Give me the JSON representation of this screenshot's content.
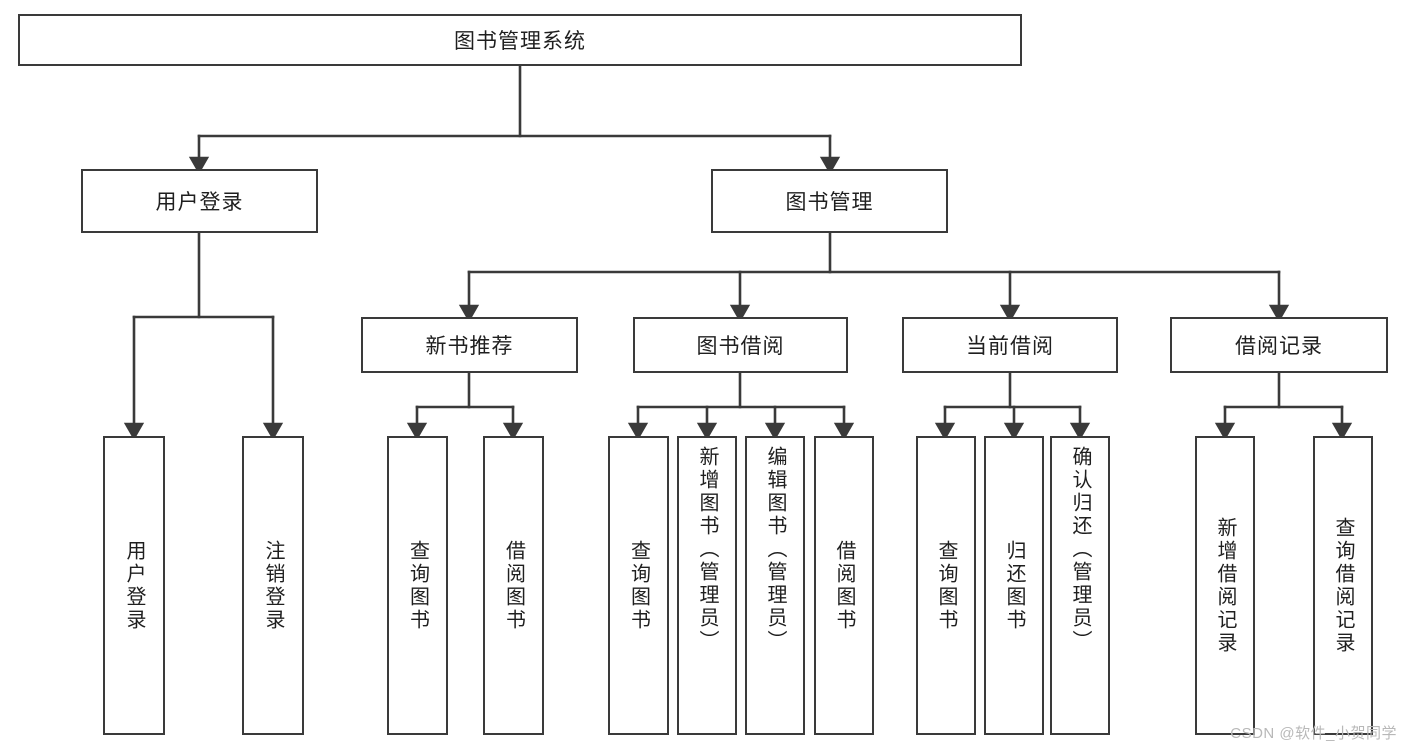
{
  "diagram": {
    "type": "tree-hierarchy",
    "root": {
      "id": "root",
      "label": "图书管理系统"
    },
    "level1": [
      {
        "id": "user-login",
        "label": "用户登录"
      },
      {
        "id": "book-management",
        "label": "图书管理"
      }
    ],
    "level2": [
      {
        "id": "new-book-recommend",
        "label": "新书推荐",
        "parent": "book-management"
      },
      {
        "id": "book-borrow",
        "label": "图书借阅",
        "parent": "book-management"
      },
      {
        "id": "current-borrow",
        "label": "当前借阅",
        "parent": "book-management"
      },
      {
        "id": "borrow-record",
        "label": "借阅记录",
        "parent": "book-management"
      }
    ],
    "leaves": {
      "user_login": [
        {
          "id": "leaf-user-login",
          "label": "用户登录"
        },
        {
          "id": "leaf-logout",
          "label": "注销登录"
        }
      ],
      "new_book_recommend": [
        {
          "id": "leaf-query-book-1",
          "label": "查询图书"
        },
        {
          "id": "leaf-borrow-book-1",
          "label": "借阅图书"
        }
      ],
      "book_borrow": [
        {
          "id": "leaf-query-book-2",
          "label": "查询图书"
        },
        {
          "id": "leaf-add-book",
          "label": "新增图书（管理员）"
        },
        {
          "id": "leaf-edit-book",
          "label": "编辑图书（管理员）"
        },
        {
          "id": "leaf-borrow-book-2",
          "label": "借阅图书"
        }
      ],
      "current_borrow": [
        {
          "id": "leaf-query-book-3",
          "label": "查询图书"
        },
        {
          "id": "leaf-return-book",
          "label": "归还图书"
        },
        {
          "id": "leaf-confirm-return",
          "label": "确认归还（管理员）"
        }
      ],
      "borrow_record": [
        {
          "id": "leaf-add-record",
          "label": "新增借阅记录"
        },
        {
          "id": "leaf-query-record",
          "label": "查询借阅记录"
        }
      ]
    }
  },
  "watermark": {
    "text": "CSDN @软件_小贺同学"
  },
  "colors": {
    "stroke": "#3a3a3a",
    "background": "#ffffff",
    "text": "#1f1f1f",
    "watermark": "#b8b8b8"
  }
}
